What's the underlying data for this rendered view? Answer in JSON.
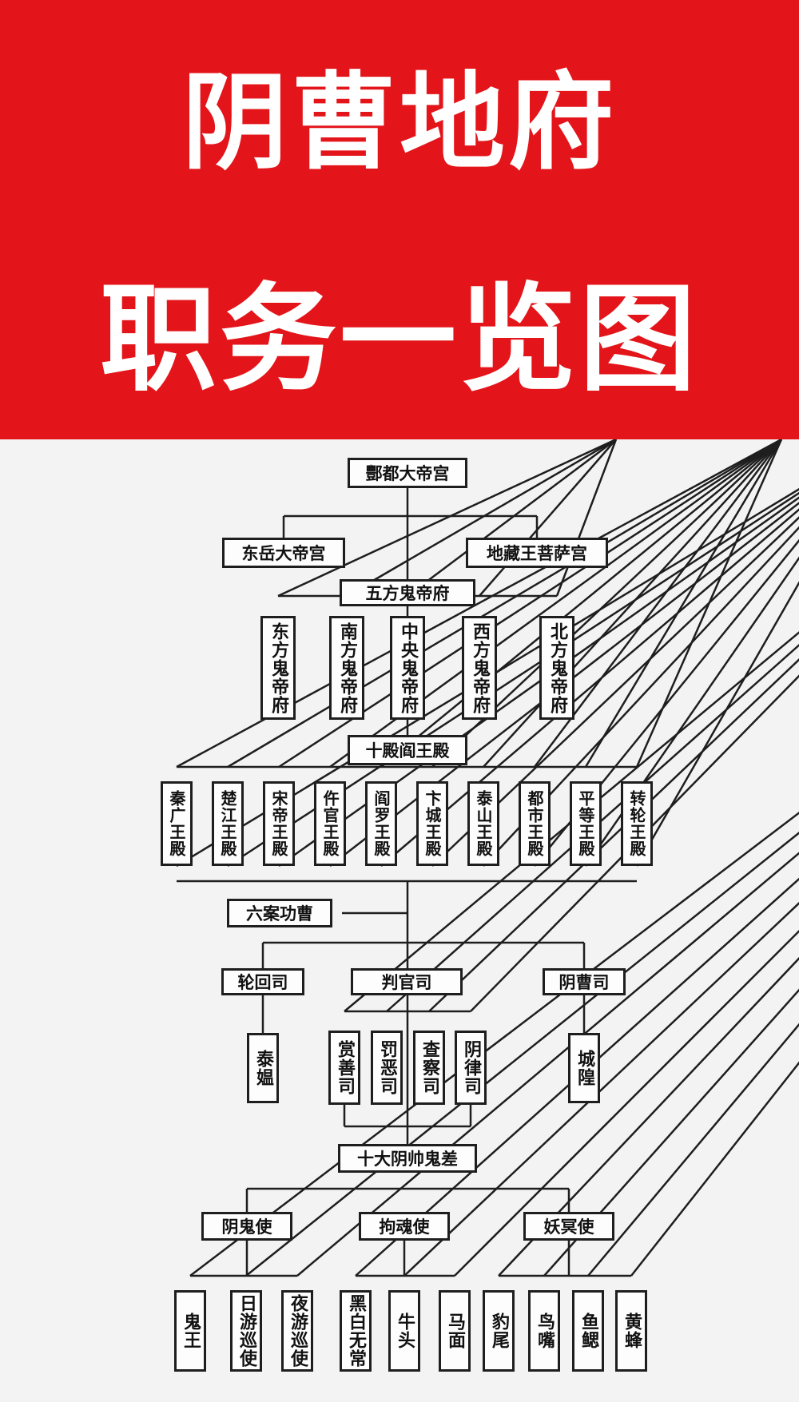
{
  "header": {
    "title_line1": "阴曹地府",
    "title_line2": "职务一览图",
    "background_color": "#e3151a",
    "text_color": "#ffffff"
  },
  "org_chart": {
    "root": "酆都大帝宫",
    "level2": [
      "东岳大帝宫",
      "地藏王菩萨宫"
    ],
    "five_directions_hub": "五方鬼帝府",
    "five_directions": [
      "东方鬼帝府",
      "南方鬼帝府",
      "中央鬼帝府",
      "西方鬼帝府",
      "北方鬼帝府"
    ],
    "ten_palaces_hub": "十殿阎王殿",
    "ten_palaces": [
      "秦广王殿",
      "楚江王殿",
      "宋帝王殿",
      "仵官王殿",
      "阎罗王殿",
      "卞城王殿",
      "泰山王殿",
      "都市王殿",
      "平等王殿",
      "转轮王殿"
    ],
    "six_departments_hub": "六案功曹",
    "departments": [
      "轮回司",
      "判官司",
      "阴曹司"
    ],
    "lunhui_children": [
      "泰媪"
    ],
    "panguan_children": [
      "赏善司",
      "罚恶司",
      "查察司",
      "阴律司"
    ],
    "yincao_children": [
      "城隍"
    ],
    "ten_ghosts_hub": "十大阴帅鬼差",
    "envoys": [
      "阴鬼使",
      "拘魂使",
      "妖冥使"
    ],
    "yingui_children": [
      "鬼王",
      "日游巡使",
      "夜游巡使"
    ],
    "juhun_children": [
      "黑白无常",
      "牛头",
      "马面"
    ],
    "yaoming_children": [
      "豹尾",
      "鸟嘴",
      "鱼鳃",
      "黄蜂"
    ]
  }
}
